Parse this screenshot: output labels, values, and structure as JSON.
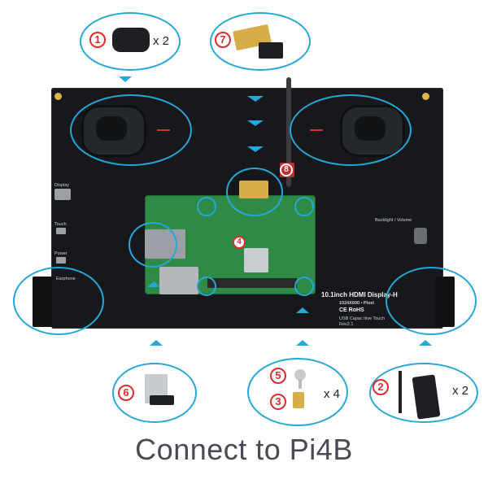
{
  "caption": "Connect to Pi4B",
  "board": {
    "model_text": "10.1inch HDMI Display-H",
    "resolution_text": "1024X600 • Pixel",
    "touch_text": "USB Capac itive Touch",
    "rev_text": "Rev2.1",
    "cert_text": "CE RoHS",
    "port_labels": {
      "display": "Display",
      "touch": "Touch",
      "power": "Power",
      "earphone": "Earphone",
      "backlight": "Backlight / Volume"
    }
  },
  "parts": [
    {
      "id": "1",
      "name": "speaker",
      "qty": "x 2"
    },
    {
      "id": "2",
      "name": "screw-and-stand",
      "qty": "x 2"
    },
    {
      "id": "3",
      "name": "standoff",
      "qty": "x 4"
    },
    {
      "id": "5",
      "name": "screw",
      "qty": ""
    },
    {
      "id": "6",
      "name": "usb-adapter",
      "qty": ""
    },
    {
      "id": "7",
      "name": "hdmi-adapter",
      "qty": ""
    },
    {
      "id": "4",
      "name": "raspberry-pi",
      "qty": ""
    },
    {
      "id": "8",
      "name": "cable-connector",
      "qty": ""
    }
  ],
  "colors": {
    "ring": "#27a7d8",
    "callout": "#e02b2b",
    "board": "#16181b",
    "pi": "#2f8a48"
  }
}
